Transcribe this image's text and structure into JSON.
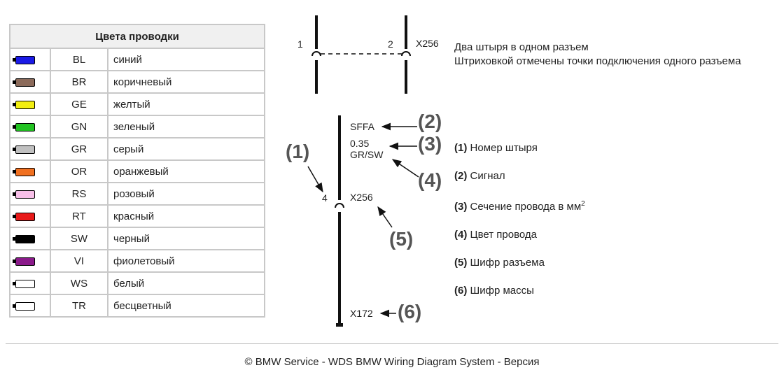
{
  "legend": {
    "title": "Цвета проводки",
    "rows": [
      {
        "code": "BL",
        "name": "синий",
        "color": "#1a1ae6"
      },
      {
        "code": "BR",
        "name": "коричневый",
        "color": "#8b6a5a"
      },
      {
        "code": "GE",
        "name": "желтый",
        "color": "#f2ee10"
      },
      {
        "code": "GN",
        "name": "зеленый",
        "color": "#22c322"
      },
      {
        "code": "GR",
        "name": "серый",
        "color": "#c0c0c0"
      },
      {
        "code": "OR",
        "name": "оранжевый",
        "color": "#f07020"
      },
      {
        "code": "RS",
        "name": "розовый",
        "color": "#f7bfe8"
      },
      {
        "code": "RT",
        "name": "красный",
        "color": "#e81a1a"
      },
      {
        "code": "SW",
        "name": "черный",
        "color": "#000000"
      },
      {
        "code": "VI",
        "name": "фиолетовый",
        "color": "#8a1a8a"
      },
      {
        "code": "WS",
        "name": "белый",
        "color": "#ffffff"
      },
      {
        "code": "TR",
        "name": "бесцветный",
        "color": "#ffffff"
      }
    ]
  },
  "top_diagram": {
    "pin_left": "1",
    "pin_right": "2",
    "connector": "X256",
    "note_line1": "Два штыря в одном разъем",
    "note_line2": "Штриховкой отмечены точки подключения одного разъема"
  },
  "main_diagram": {
    "signal": "SFFA",
    "section": "0.35",
    "wire_color": "GR/SW",
    "pin": "4",
    "connector": "X256",
    "ground": "X172",
    "callouts": [
      "(1)",
      "(2)",
      "(3)",
      "(4)",
      "(5)",
      "(6)"
    ]
  },
  "explanations": [
    {
      "num": "(1)",
      "text": "Номер штыря"
    },
    {
      "num": "(2)",
      "text": "Сигнал"
    },
    {
      "num": "(3)",
      "text": "Сечение провода в мм",
      "sup": "2"
    },
    {
      "num": "(4)",
      "text": "Цвет провода"
    },
    {
      "num": "(5)",
      "text": "Шифр разъема"
    },
    {
      "num": "(6)",
      "text": "Шифр массы"
    }
  ],
  "footer": "© BMW Service - WDS BMW Wiring Diagram System - Версия"
}
